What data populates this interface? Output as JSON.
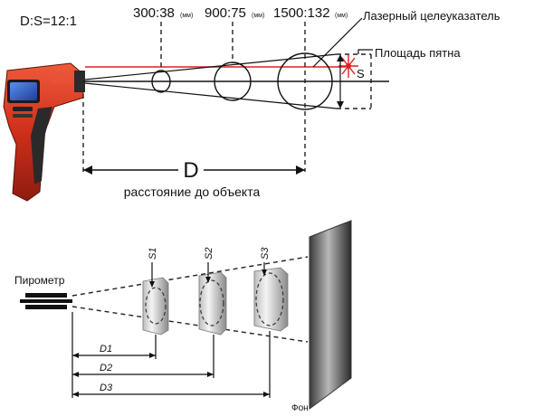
{
  "top": {
    "ratio": "D:S=12:1",
    "spot_labels": [
      {
        "value": "300:38",
        "unit": "(мм)"
      },
      {
        "value": "900:75",
        "unit": "(мм)"
      },
      {
        "value": "1500:132",
        "unit": "(мм)"
      }
    ],
    "laser_label": "Лазерный целеуказатель",
    "spot_area_label": "Площадь пятна",
    "s_label": "S",
    "d_label": "D",
    "distance_label": "расстояние до объекта"
  },
  "bottom": {
    "pyrometer_label": "Пирометр",
    "s_labels": [
      "S1",
      "S2",
      "S3"
    ],
    "d_labels": [
      "D1",
      "D2",
      "D3"
    ],
    "background_label": "Фон"
  },
  "colors": {
    "gun_body": "#d2321e",
    "gun_dark": "#2a2a2a",
    "laser": "#e02020",
    "screen": "#2f63c9"
  }
}
